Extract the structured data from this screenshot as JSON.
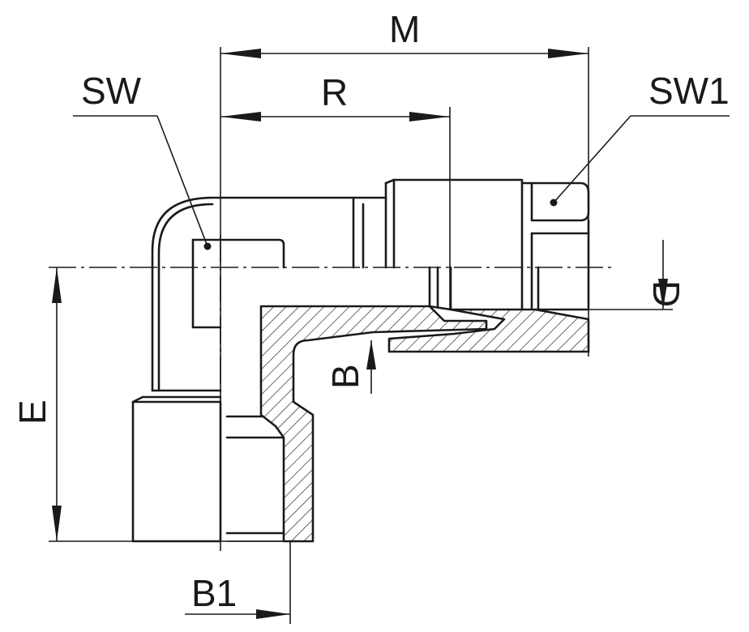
{
  "labels": {
    "M": "M",
    "R": "R",
    "SW": "SW",
    "SW1": "SW1",
    "D": "D",
    "B": "B",
    "E": "E",
    "B1": "B1"
  }
}
